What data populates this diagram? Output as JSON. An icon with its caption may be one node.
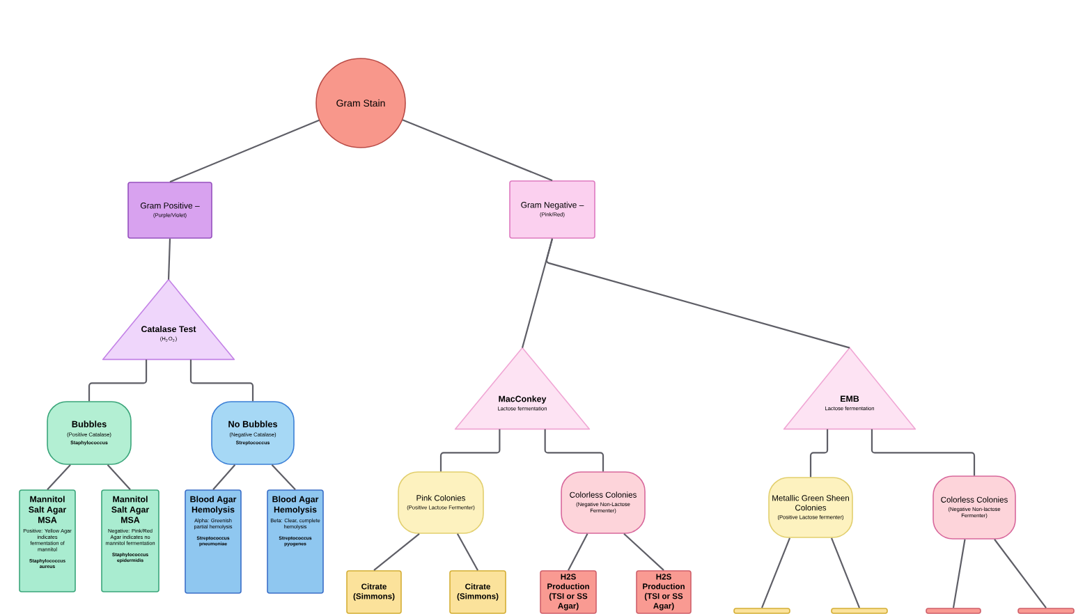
{
  "diagram": {
    "nodes": [
      {
        "text": [
          "Gram Stain"
        ]
      },
      {
        "text": [
          "Gram Positive –",
          "(Purple/Violet)"
        ]
      },
      {
        "text": [
          "Gram Negative –",
          "(Pink/Red)"
        ]
      },
      {
        "text": [
          "Catalase Test",
          "(H$_{2}$O$_{2}$)"
        ]
      },
      {
        "text": [
          "Bubbles",
          "(Positive Catalase)",
          "Staphylococcus"
        ]
      },
      {
        "text": [
          "No Bubbles",
          "(Negative Catalase)",
          "Streptococcus"
        ]
      },
      {
        "text": [
          "Mannitol Salt Agar MSA",
          "Positive: Yellow Agar indicates fermentation of mannitol",
          "Staphylococcus aureus"
        ]
      },
      {
        "text": [
          "Mannitol Salt Agar MSA",
          "Negative: Pink/Red Agar indicates no mannitol fermentation",
          "Staphylococcus epidermidis"
        ]
      },
      {
        "text": [
          "Blood Agar Hemolysis",
          "Alpha: Greenish partial hemolysis",
          "Streptococcus pneumoniae"
        ]
      },
      {
        "text": [
          "Blood Agar Hemolysis",
          "Beta: Clear, complete hemolysis",
          "Streptococcus pyogenes"
        ]
      },
      {
        "text": [
          "MacConkey",
          "Lactose fermentation"
        ]
      },
      {
        "text": [
          "EMB",
          "Lactose fermentation"
        ]
      },
      {
        "text": [
          "Pink Colonies",
          "(Positive Lactose Fermenter)"
        ]
      },
      {
        "text": [
          "Colorless Colonies",
          "(Negative Non-Lactose Fermenter)"
        ]
      },
      {
        "text": [
          "Metallic Green Sheen Colonies",
          "(Positive Lactose fermenter)"
        ]
      },
      {
        "text": [
          "Colorless Colonies",
          "(Negative Non-lactose Fermenter)"
        ]
      },
      {
        "text": [
          "Citrate (Simmons)"
        ]
      },
      {
        "text": [
          "Citrate (Simmons)"
        ]
      },
      {
        "text": [
          "H2S Production (TSI or SS Agar)"
        ]
      },
      {
        "text": [
          "H2S Production (TSI or SS Agar)"
        ]
      },
      {
        "text": [],
        "shape": "box"
      },
      {
        "text": [],
        "shape": "box"
      },
      {
        "text": [],
        "shape": "box"
      },
      {
        "text": [],
        "shape": "box"
      }
    ],
    "edges": [
      {
        "from": 0,
        "to": 1,
        "arrow": "none"
      },
      {
        "from": 0,
        "to": 2,
        "arrow": "none"
      },
      {
        "from": 1,
        "to": 3,
        "arrow": "none"
      },
      {
        "from": 3,
        "to": 4,
        "arrow": "none"
      },
      {
        "from": 3,
        "to": 5,
        "arrow": "none"
      },
      {
        "from": 4,
        "to": 6,
        "arrow": "none"
      },
      {
        "from": 4,
        "to": 7,
        "arrow": "none"
      },
      {
        "from": 5,
        "to": 8,
        "arrow": "none"
      },
      {
        "from": 5,
        "to": 9,
        "arrow": "none"
      },
      {
        "from": 2,
        "to": 10,
        "arrow": "none"
      },
      {
        "from": 2,
        "to": 11,
        "arrow": "none"
      },
      {
        "from": 10,
        "to": 12,
        "arrow": "none"
      },
      {
        "from": 10,
        "to": 13,
        "arrow": "none"
      },
      {
        "from": 11,
        "to": 14,
        "arrow": "none"
      },
      {
        "from": 11,
        "to": 15,
        "arrow": "none"
      },
      {
        "from": 12,
        "to": 16,
        "arrow": "none"
      },
      {
        "from": 12,
        "to": 17,
        "arrow": "none"
      },
      {
        "from": 13,
        "to": 18,
        "arrow": "none"
      },
      {
        "from": 13,
        "to": 19,
        "arrow": "none"
      },
      {
        "from": 14,
        "to": 20,
        "arrow": "none"
      },
      {
        "from": 14,
        "to": 21,
        "arrow": "none"
      },
      {
        "from": 15,
        "to": 22,
        "arrow": "none"
      },
      {
        "from": 15,
        "to": 23,
        "arrow": "none"
      }
    ]
  }
}
